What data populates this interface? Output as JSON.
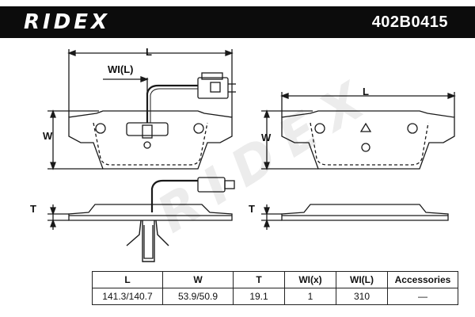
{
  "header": {
    "brand": "RIDEX",
    "part_number": "402B0415"
  },
  "dimensions": {
    "left_length": "L",
    "sensor_length": "WI(L)",
    "left_width": "W",
    "left_thickness": "T",
    "right_length": "L",
    "right_width": "W",
    "right_thickness": "T"
  },
  "watermark": "RIDEX",
  "spec_table": {
    "headers": [
      "L",
      "W",
      "T",
      "WI(x)",
      "WI(L)",
      "Accessories"
    ],
    "row": [
      "141.3/140.7",
      "53.9/50.9",
      "19.1",
      "1",
      "310",
      "—"
    ]
  },
  "colors": {
    "header_bg": "#0c0c0c",
    "line": "#1a1a1a",
    "watermark": "#ececec"
  }
}
